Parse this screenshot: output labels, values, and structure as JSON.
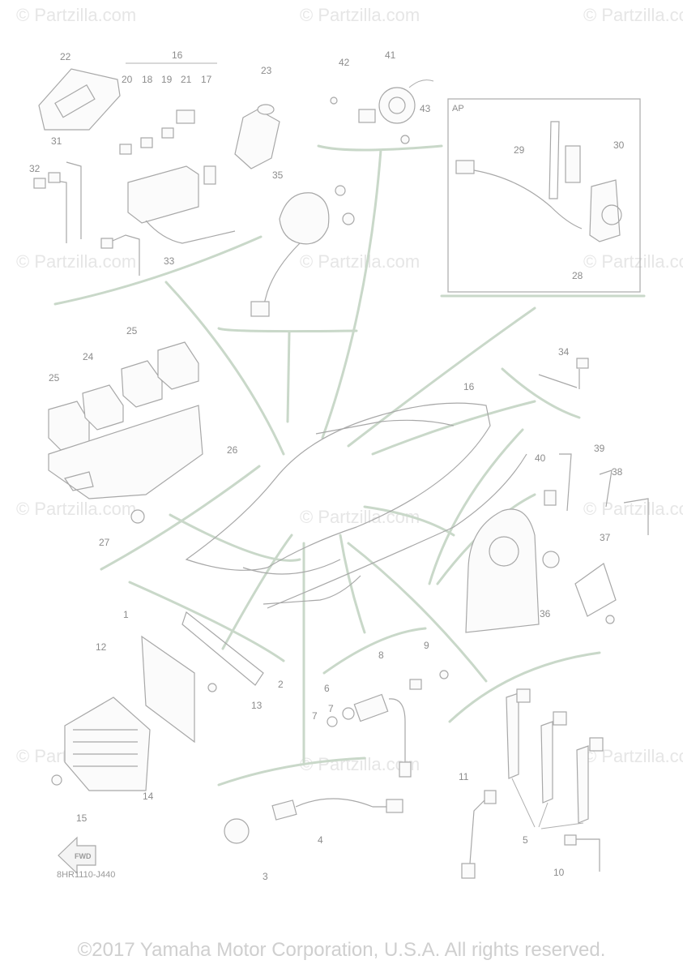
{
  "watermark": "© Partzilla.com",
  "ap_label": "AP",
  "diagram_code": "8HR1110-J440",
  "fwd_label": "FWD",
  "copyright": "©2017 Yamaha Motor Corporation, U.S.A. All rights reserved.",
  "callouts": {
    "c1": "1",
    "c2": "2",
    "c3": "3",
    "c4": "4",
    "c5": "5",
    "c6": "6",
    "c7": "7",
    "c7b": "7",
    "c8": "8",
    "c9": "9",
    "c10": "10",
    "c11": "11",
    "c12": "12",
    "c13": "13",
    "c14": "14",
    "c15": "15",
    "c16": "16",
    "c16b": "16",
    "c17": "17",
    "c18": "18",
    "c19": "19",
    "c20": "20",
    "c21": "21",
    "c22": "22",
    "c23": "23",
    "c24": "24",
    "c25": "25",
    "c25b": "25",
    "c26": "26",
    "c27": "27",
    "c28": "28",
    "c29": "29",
    "c30": "30",
    "c31": "31",
    "c32": "32",
    "c33": "33",
    "c34": "34",
    "c35": "35",
    "c36": "36",
    "c37": "37",
    "c38": "38",
    "c39": "39",
    "c40": "40",
    "c41": "41",
    "c42": "42",
    "c43": "43"
  }
}
